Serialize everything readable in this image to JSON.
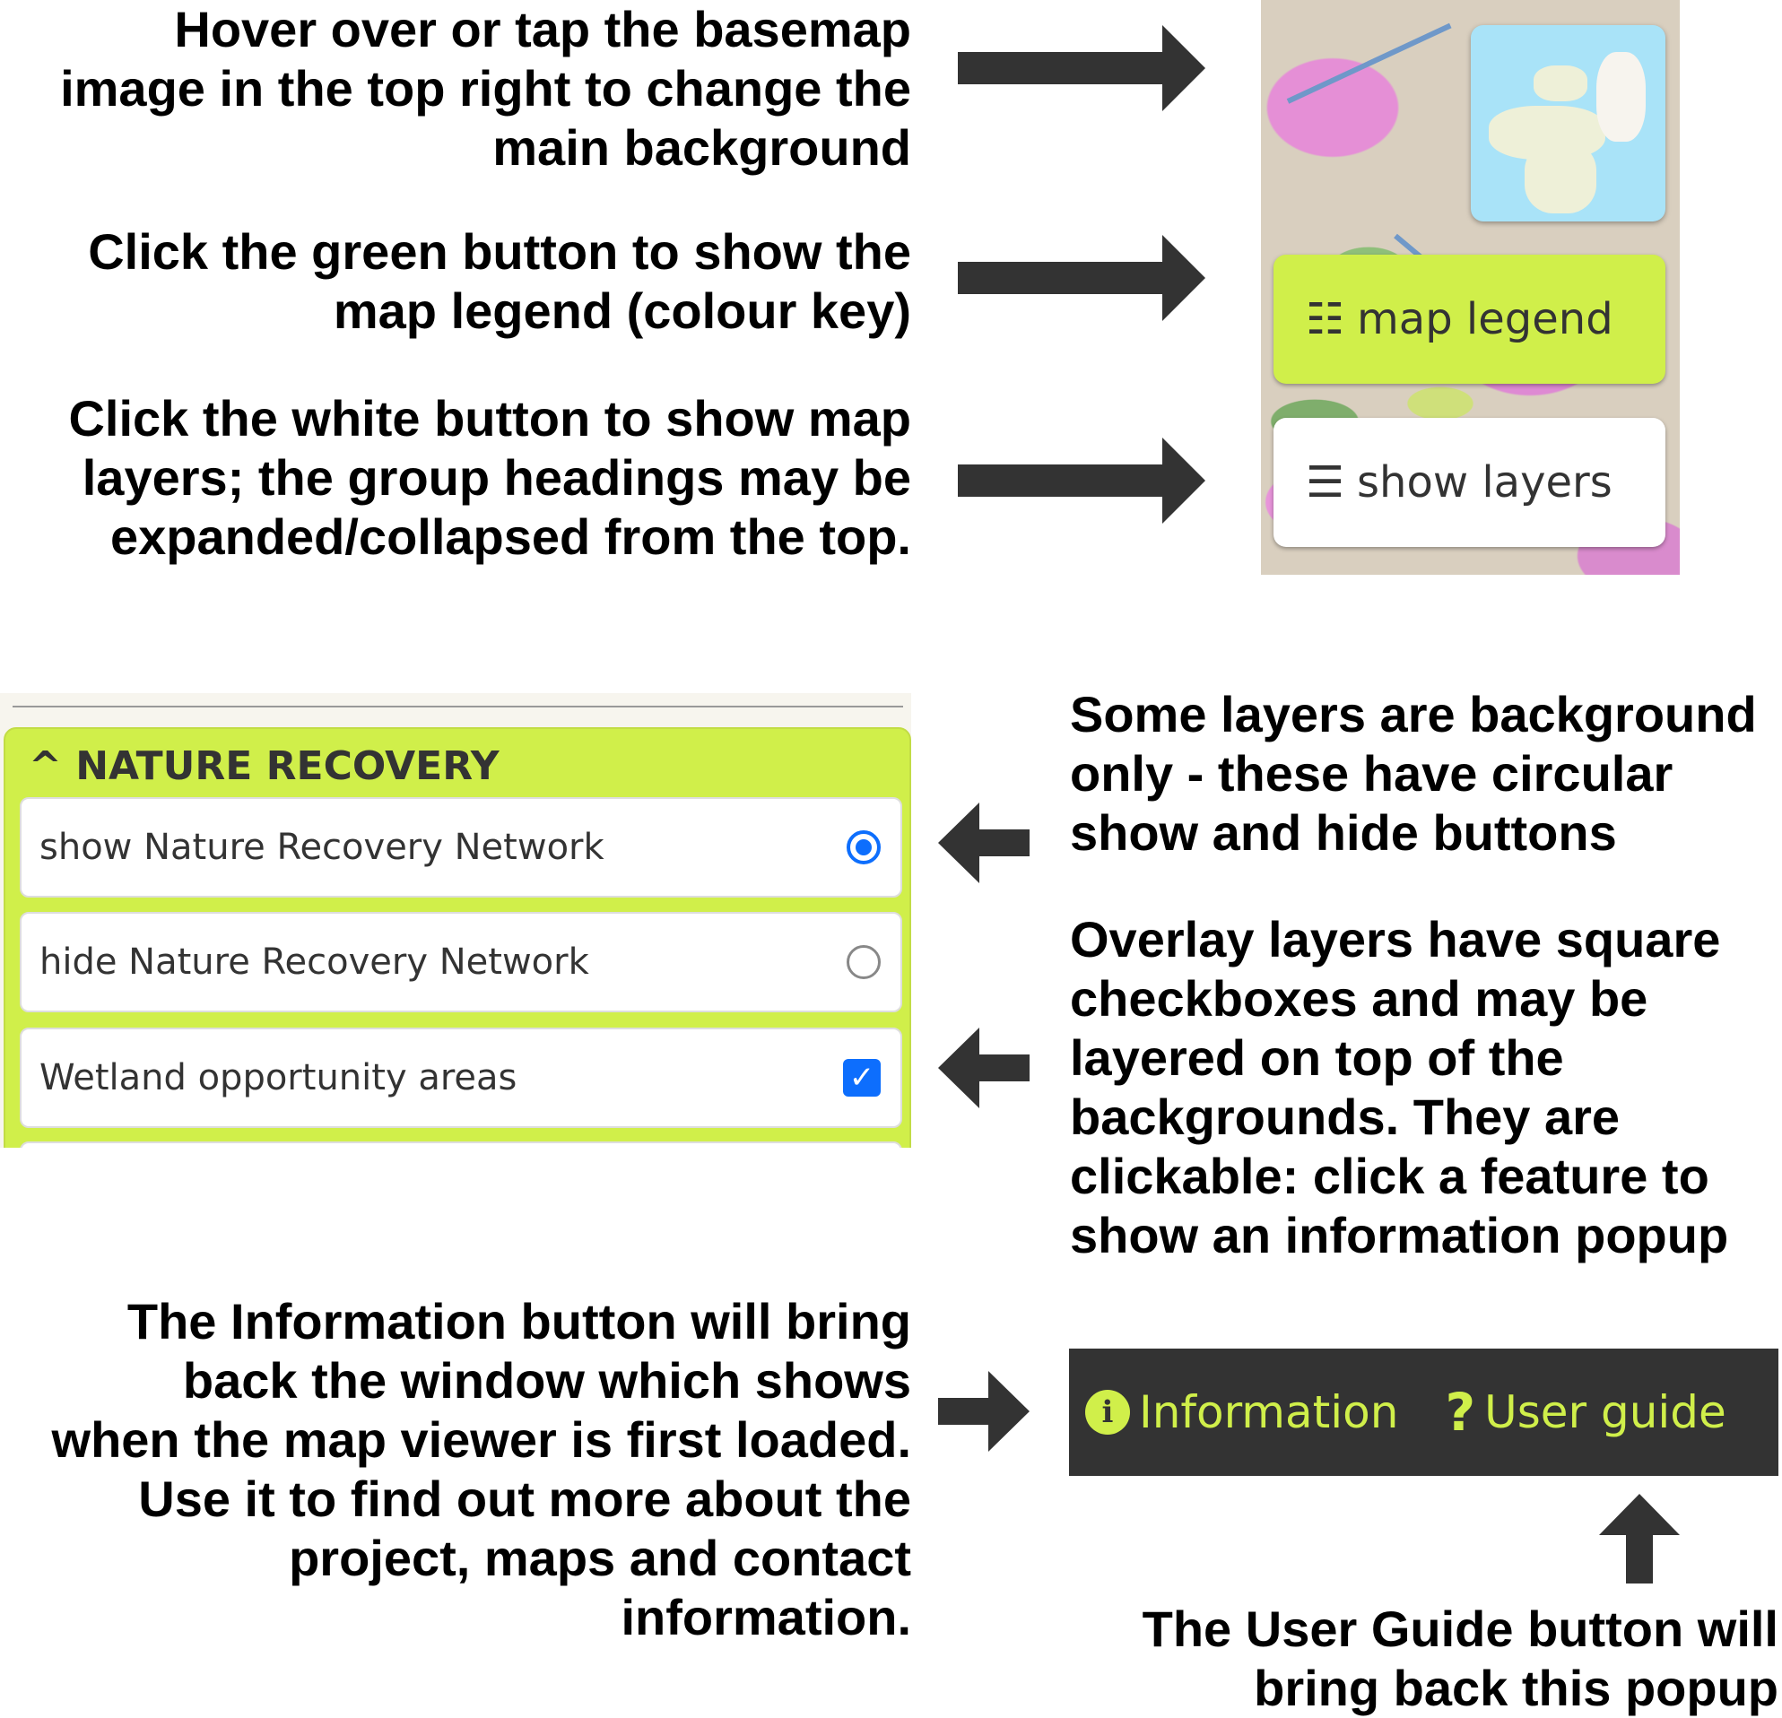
{
  "notes": {
    "basemap": "Hover over or tap the basemap\nimage in the top right to change the\nmain background",
    "legend": "Click the green button to show the\nmap legend (colour key)",
    "layers": "Click the white button to show map\nlayers; the group headings may be\nexpanded/collapsed from the top.",
    "background_layers": "Some layers are background\nonly - these have circular\nshow and hide buttons",
    "overlay_layers": "Overlay layers have square\ncheckboxes and may be\nlayered on top of the\nbackgrounds. They are\nclickable: click a feature to\nshow an information popup",
    "information": "The Information button will bring\nback the window which shows\nwhen the map viewer is first loaded.\nUse it to find out more about the\nproject,  maps and contact\ninformation.",
    "user_guide": "The User Guide button will\nbring back this popup"
  },
  "map_controls": {
    "legend_label": "map legend",
    "layers_label": "show layers"
  },
  "layers_panel": {
    "group_heading": "NATURE RECOVERY",
    "collapse_icon": "^",
    "items": [
      {
        "label": "show Nature Recovery Network",
        "type": "radio",
        "checked": true
      },
      {
        "label": "hide Nature Recovery Network",
        "type": "radio",
        "checked": false
      },
      {
        "label": "Wetland opportunity areas",
        "type": "checkbox",
        "checked": true
      }
    ]
  },
  "toolbar": {
    "information_label": "Information",
    "user_guide_label": "User guide"
  },
  "colors": {
    "accent": "#d0ef4a",
    "dark": "#333333",
    "blue": "#0d6efd"
  }
}
